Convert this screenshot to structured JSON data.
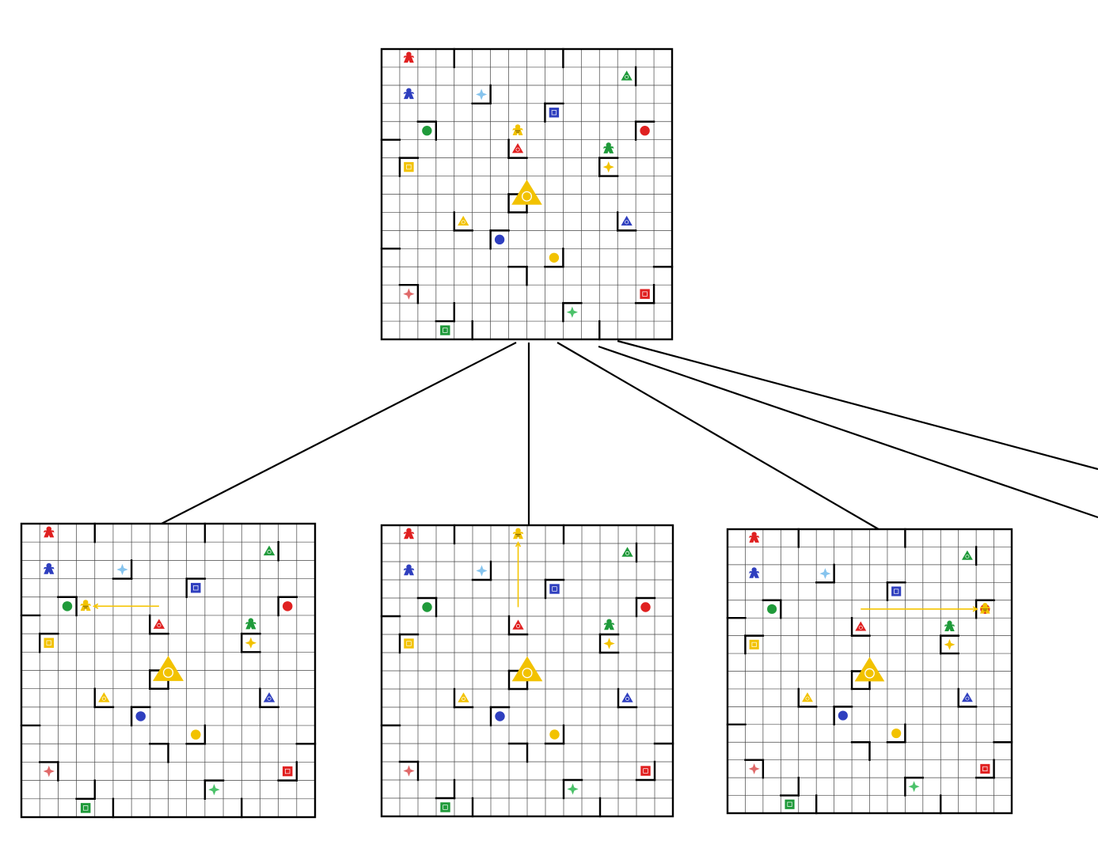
{
  "game": "Ricochet Robots",
  "grid_size": 16,
  "colors": {
    "red": "#e02020",
    "blue": "#2f3fbf",
    "green": "#1f9a3a",
    "yellow": "#f2c200",
    "light_red": "#e06a6a",
    "light_blue": "#86c4ee",
    "light_green": "#4cc26a",
    "grid_line": "#444444",
    "wall": "#000000",
    "move_arrow": "#f5c400"
  },
  "base_board": {
    "robots": [
      {
        "color": "red",
        "row": 0,
        "col": 1
      },
      {
        "color": "blue",
        "row": 2,
        "col": 1
      },
      {
        "color": "yellow",
        "row": 4,
        "col": 7
      },
      {
        "color": "green",
        "row": 5,
        "col": 12
      }
    ],
    "targets": [
      {
        "shape": "triangle",
        "color": "green",
        "row": 1,
        "col": 13
      },
      {
        "shape": "star",
        "color": "light_blue",
        "row": 2,
        "col": 5
      },
      {
        "shape": "square",
        "color": "blue",
        "row": 3,
        "col": 9
      },
      {
        "shape": "circle",
        "color": "green",
        "row": 4,
        "col": 2
      },
      {
        "shape": "circle",
        "color": "red",
        "row": 4,
        "col": 14
      },
      {
        "shape": "triangle",
        "color": "red",
        "row": 5,
        "col": 7
      },
      {
        "shape": "square",
        "color": "yellow",
        "row": 6,
        "col": 1
      },
      {
        "shape": "star",
        "color": "yellow",
        "row": 6,
        "col": 12
      },
      {
        "shape": "triangle",
        "color": "yellow",
        "row": 9,
        "col": 4
      },
      {
        "shape": "triangle",
        "color": "blue",
        "row": 9,
        "col": 13
      },
      {
        "shape": "circle",
        "color": "blue",
        "row": 10,
        "col": 6
      },
      {
        "shape": "circle",
        "color": "yellow",
        "row": 11,
        "col": 9
      },
      {
        "shape": "star",
        "color": "light_red",
        "row": 13,
        "col": 1
      },
      {
        "shape": "square",
        "color": "red",
        "row": 13,
        "col": 14
      },
      {
        "shape": "star",
        "color": "light_green",
        "row": 14,
        "col": 10
      },
      {
        "shape": "square",
        "color": "green",
        "row": 15,
        "col": 3
      }
    ],
    "active_target": {
      "shape": "triangle",
      "color": "yellow"
    }
  },
  "boards": [
    {
      "id": "root",
      "role": "current-state",
      "robot_override": null,
      "move": null
    },
    {
      "id": "child-1",
      "role": "next-state",
      "moved_robot": "yellow",
      "direction": "left",
      "robot_override": {
        "row": 4,
        "col": 3
      },
      "move": {
        "from_col": 7,
        "to_col": 3,
        "row": 4
      }
    },
    {
      "id": "child-2",
      "role": "next-state",
      "moved_robot": "yellow",
      "direction": "up",
      "robot_override": {
        "row": 0,
        "col": 7
      },
      "move": {
        "from_row": 4,
        "to_row": 0,
        "col": 7
      }
    },
    {
      "id": "child-3",
      "role": "next-state",
      "moved_robot": "yellow",
      "direction": "right",
      "robot_override": {
        "row": 4,
        "col": 14
      },
      "move": {
        "from_col": 7,
        "to_col": 14,
        "row": 4
      }
    }
  ],
  "tree": {
    "edge_count": 5,
    "visible_children": 3,
    "offscreen_children": 2
  }
}
